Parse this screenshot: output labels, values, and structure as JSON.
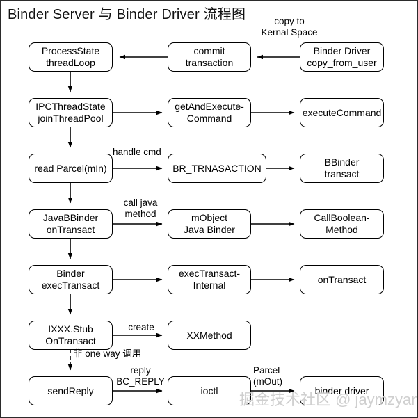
{
  "title": "Binder Server 与 Binder Driver 流程图",
  "watermark": "掘金技术社区 @ jaymzyang",
  "colors": {
    "stroke": "#000000",
    "background": "#ffffff",
    "border": "#2b2b2b",
    "watermark": "#cfcfcf"
  },
  "nodes": [
    {
      "id": "process-state",
      "label": "ProcessState\nthreadLoop"
    },
    {
      "id": "commit-transaction",
      "label": "commit transaction"
    },
    {
      "id": "binder-driver-copy",
      "label": "Binder Driver\ncopy_from_user"
    },
    {
      "id": "ipc-thread-state",
      "label": "IPCThreadState\njoinThreadPool"
    },
    {
      "id": "get-and-execute-command",
      "label": "getAndExecute-\nCommand"
    },
    {
      "id": "execute-command",
      "label": "executeCommand"
    },
    {
      "id": "read-parcel",
      "label": "read Parcel(mIn)"
    },
    {
      "id": "br-trnasaction",
      "label": "BR_TRNASACTION"
    },
    {
      "id": "bbinder-transact",
      "label": "BBinder\ntransact"
    },
    {
      "id": "java-bbinder",
      "label": "JavaBBinder\nonTransact"
    },
    {
      "id": "mobject-java-binder",
      "label": "mObject\nJava Binder"
    },
    {
      "id": "call-boolean-method",
      "label": "CallBoolean-\nMethod"
    },
    {
      "id": "binder-exec-transact",
      "label": "Binder\nexecTransact"
    },
    {
      "id": "exec-transact-internal",
      "label": "execTransact-\nInternal"
    },
    {
      "id": "on-transact",
      "label": "onTransact"
    },
    {
      "id": "ixxx-stub",
      "label": "IXXX.Stub\nOnTransact"
    },
    {
      "id": "xx-method",
      "label": "XXMethod"
    },
    {
      "id": "send-reply",
      "label": "sendReply"
    },
    {
      "id": "ioctl",
      "label": "ioctl"
    },
    {
      "id": "binder-driver",
      "label": "binder driver"
    }
  ],
  "edge_labels": {
    "copy_to_kernal_space": "copy to\nKernal Space",
    "handle_cmd": "handle cmd",
    "call_java_method": "call java\nmethod",
    "create": "create",
    "non_one_way": "非 one way 调用",
    "reply_bc_reply": "reply\nBC_REPLY",
    "parcel_mout": "Parcel\n(mOut)"
  }
}
